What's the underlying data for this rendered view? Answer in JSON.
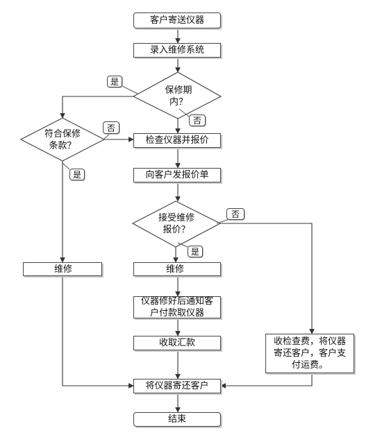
{
  "nodes": {
    "send_instrument": "客户寄送仪器",
    "enter_system": "录入维修系统",
    "in_warranty": "保修期内？",
    "meets_terms": "符合保修条款？",
    "inspect_quote": "检查仪器并报价",
    "send_quote": "向客户发报价单",
    "accept_quote": "接受维修报价？",
    "repair_left": "维修",
    "repair_center": "维修",
    "notify_pay": "仪器修好后通知客户付款取仪器",
    "collect_payment": "收取汇款",
    "charge_return": "收检查费，将仪器寄还客户，客户支付运费。",
    "return_instrument": "将仪器寄还客户",
    "end": "结束"
  },
  "callouts": {
    "warranty_yes": "是",
    "warranty_no": "否",
    "terms_no": "否",
    "terms_yes": "是",
    "accept_no": "否",
    "accept_yes": "是"
  }
}
